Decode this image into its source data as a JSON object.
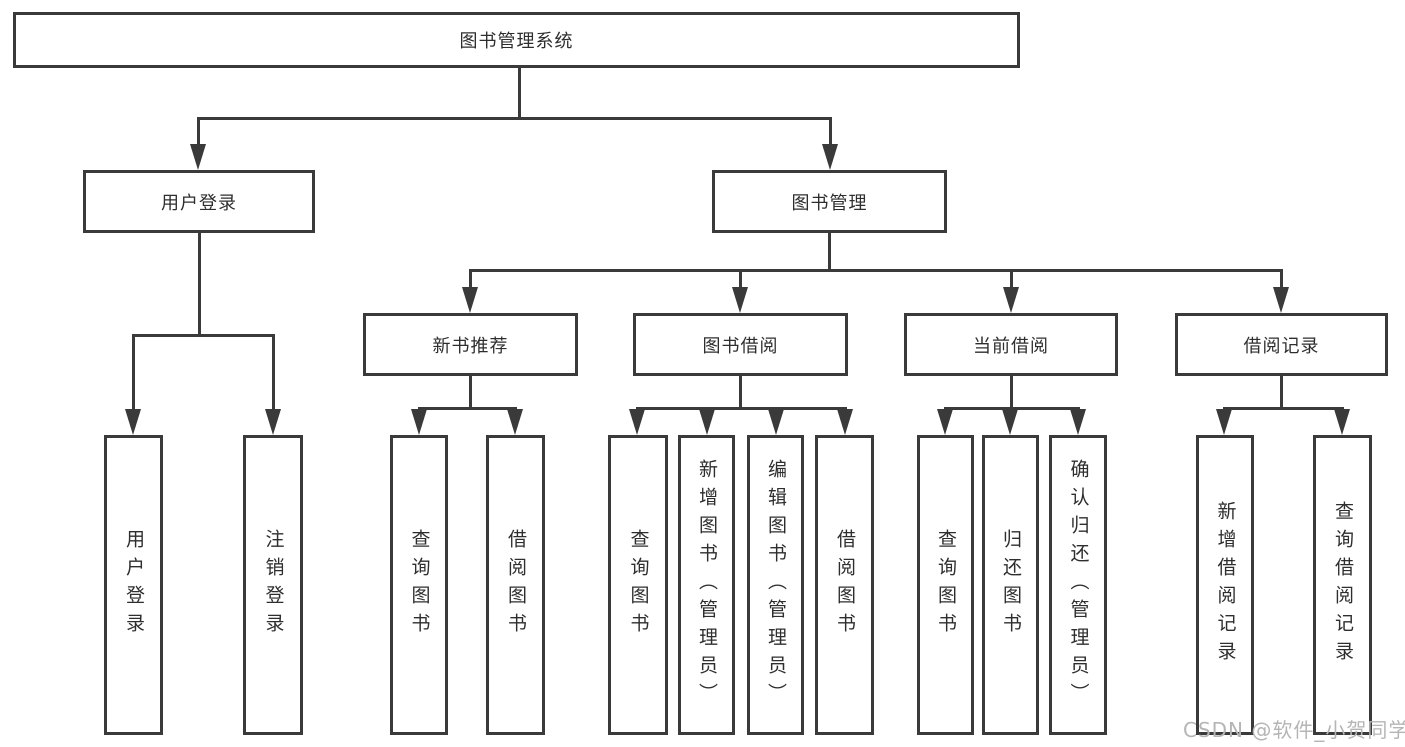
{
  "root": {
    "label": "图书管理系统"
  },
  "level2": [
    {
      "label": "用户登录"
    },
    {
      "label": "图书管理"
    }
  ],
  "level3": [
    {
      "label": "新书推荐"
    },
    {
      "label": "图书借阅"
    },
    {
      "label": "当前借阅"
    },
    {
      "label": "借阅记录"
    }
  ],
  "leaves": {
    "user_login": [
      {
        "label": "用户登录"
      },
      {
        "label": "注销登录"
      }
    ],
    "new_book_recommend": [
      {
        "label": "查询图书"
      },
      {
        "label": "借阅图书"
      }
    ],
    "book_borrowing": [
      {
        "label": "查询图书"
      },
      {
        "label": "新增图书（管理员）"
      },
      {
        "label": "编辑图书（管理员）"
      },
      {
        "label": "借阅图书"
      }
    ],
    "current_borrowing": [
      {
        "label": "查询图书"
      },
      {
        "label": "归还图书"
      },
      {
        "label": "确认归还（管理员）"
      }
    ],
    "borrowing_records": [
      {
        "label": "新增借阅记录"
      },
      {
        "label": "查询借阅记录"
      }
    ]
  },
  "watermark": {
    "text": "CSDN @软件_小贺同学",
    "color": "#b5b5b5"
  },
  "colors": {
    "line": "#3a3a3a",
    "text": "#2e2e2e",
    "background": "#ffffff"
  }
}
